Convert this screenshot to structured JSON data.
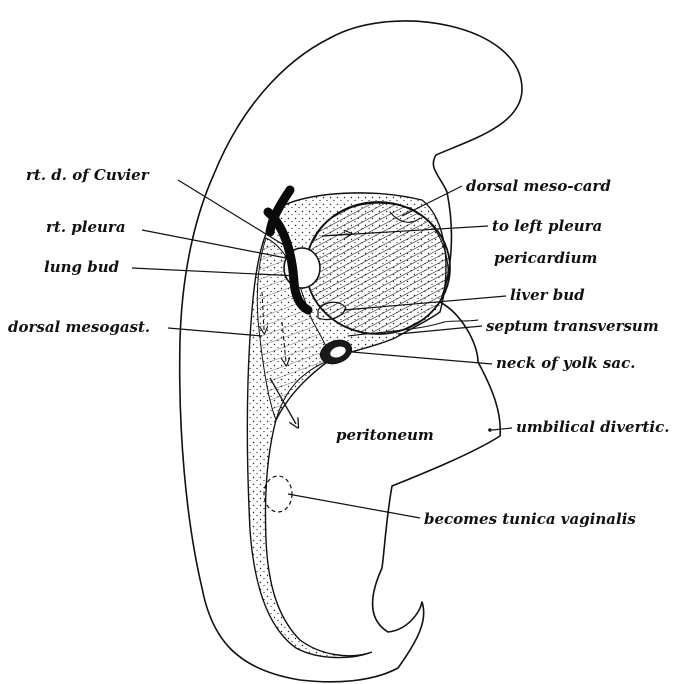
{
  "labels": {
    "rt_d_of_cuvier": "rt. d. of Cuvier",
    "rt_pleura": "rt. pleura",
    "lung_bud": "lung bud",
    "dorsal_mesogast": "dorsal mesogast.",
    "dorsal_meso_card": "dorsal meso-card",
    "to_left_pleura": "to left pleura",
    "pericardium": "pericardium",
    "liver_bud": "liver bud",
    "septum_transversum": "septum transversum",
    "neck_of_yolk_sac": "neck of yolk sac.",
    "peritoneum": "peritoneum",
    "umbilical_divertic": "umbilical divertic.",
    "becomes_tunica_vaginalis": "becomes tunica vaginalis"
  },
  "colors": {
    "ink": "#111111",
    "background": "#ffffff"
  }
}
